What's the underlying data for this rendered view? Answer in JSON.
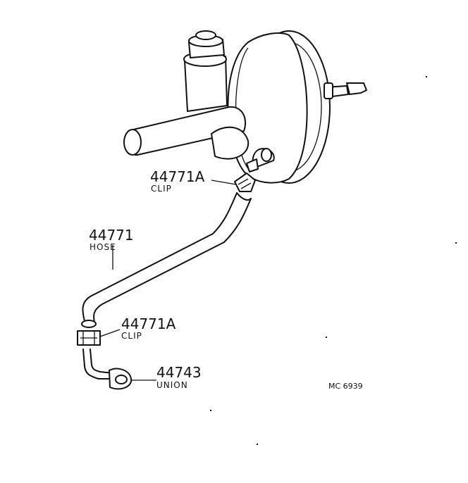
{
  "parts": [
    {
      "key": "clip_upper",
      "number": "44771A",
      "name": "CLIP"
    },
    {
      "key": "hose",
      "number": "44771",
      "name": "HOSE"
    },
    {
      "key": "clip_lower",
      "number": "44771A",
      "name": "CLIP"
    },
    {
      "key": "union",
      "number": "44743",
      "name": "UNION"
    }
  ],
  "diagram_code": "MC 6939"
}
